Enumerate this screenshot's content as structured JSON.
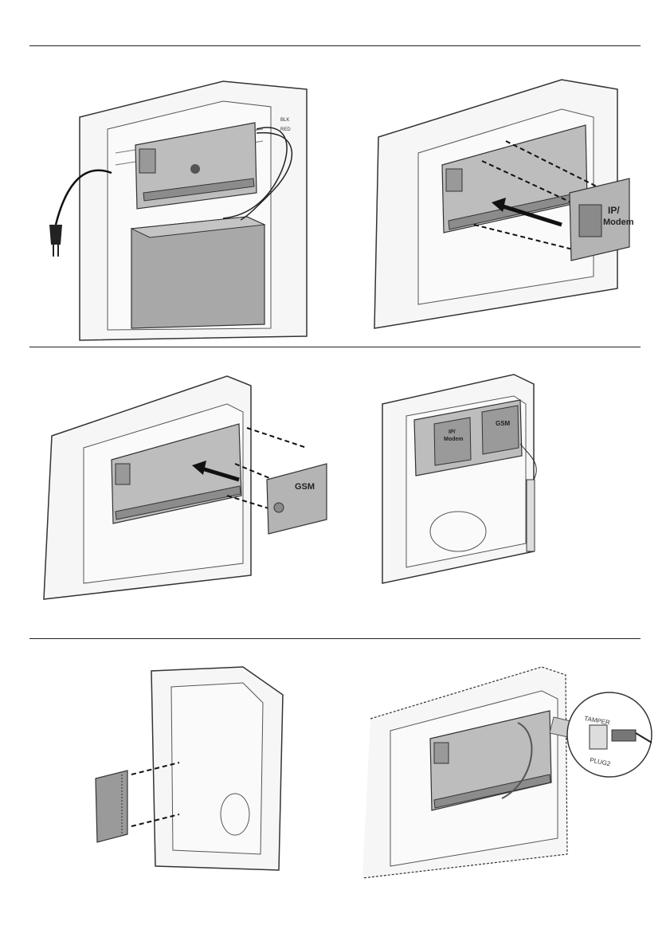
{
  "panels": {
    "battery": {
      "wire_blk": "BLK",
      "wire_red": "RED"
    },
    "ip_modem": {
      "module_label_1": "IP/",
      "module_label_2": "Modem"
    },
    "gsm": {
      "module_label": "GSM"
    },
    "assembled": {
      "ip_label_1": "IP/",
      "ip_label_2": "Modem",
      "gsm_label": "GSM"
    },
    "tamper": {
      "callout_top": "TAMPER",
      "callout_bottom": "PLUG2"
    }
  },
  "colors": {
    "line": "#333333",
    "board": "#bdbdbd",
    "board_dark": "#8c8c8c",
    "housing": "#f4f4f4",
    "battery": "#a8a8a8"
  }
}
